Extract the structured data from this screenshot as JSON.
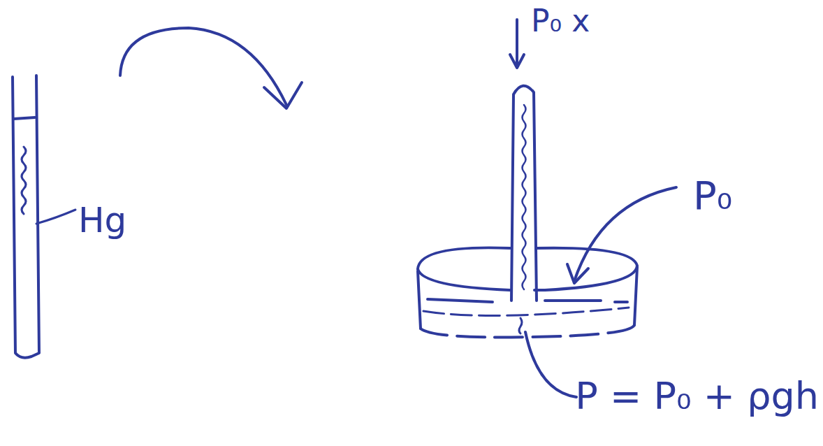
{
  "diagram": {
    "labels": [
      "Hg",
      "P₀ x",
      "P₀",
      "P = P₀ + ρgh"
    ]
  }
}
